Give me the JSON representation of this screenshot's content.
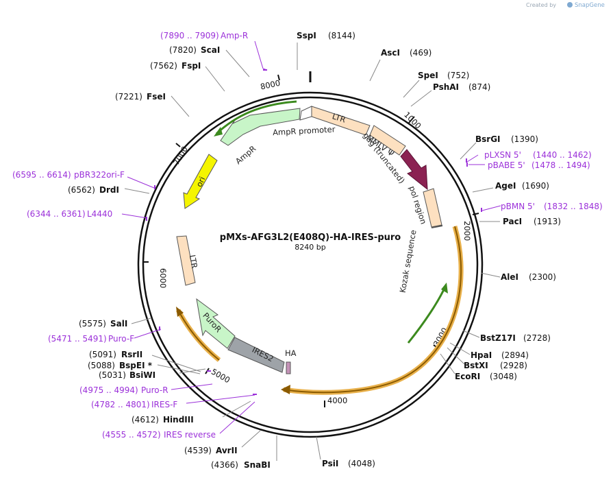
{
  "brand": {
    "created_by": "Created by",
    "app": "SnapGene"
  },
  "plasmid": {
    "name": "pMXs-AFG3L2(E408Q)-HA-IRES-puro",
    "size": "8240 bp"
  },
  "ticks": [
    "1000",
    "2000",
    "3000",
    "4000",
    "5000",
    "6000",
    "7000",
    "8000"
  ],
  "sites": [
    {
      "name": "SspI",
      "pos": "(8144)"
    },
    {
      "name": "AscI",
      "pos": "(469)"
    },
    {
      "name": "SpeI",
      "pos": "(752)"
    },
    {
      "name": "PshAI",
      "pos": "(874)"
    },
    {
      "name": "BsrGI",
      "pos": "(1390)"
    },
    {
      "name": "AgeI",
      "pos": "(1690)"
    },
    {
      "name": "PacI",
      "pos": "(1913)"
    },
    {
      "name": "AleI",
      "pos": "(2300)"
    },
    {
      "name": "BstZ17I",
      "pos": "(2728)"
    },
    {
      "name": "HpaI",
      "pos": "(2894)"
    },
    {
      "name": "BstXI",
      "pos": "(2928)"
    },
    {
      "name": "EcoRI",
      "pos": "(3048)"
    },
    {
      "name": "PsiI",
      "pos": "(4048)"
    },
    {
      "name": "SnaBI",
      "pos": "(4366)"
    },
    {
      "name": "AvrII",
      "pos": "(4539)"
    },
    {
      "name": "HindIII",
      "pos": "(4612)"
    },
    {
      "name": "BsiWI",
      "pos": "(5031)"
    },
    {
      "name": "BspEI *",
      "pos": "(5088)"
    },
    {
      "name": "RsrII",
      "pos": "(5091)"
    },
    {
      "name": "SalI",
      "pos": "(5575)"
    },
    {
      "name": "DrdI",
      "pos": "(6562)"
    },
    {
      "name": "FseI",
      "pos": "(7221)"
    },
    {
      "name": "FspI",
      "pos": "(7562)"
    },
    {
      "name": "ScaI",
      "pos": "(7820)"
    }
  ],
  "primers": [
    {
      "name": "Amp-R",
      "range": "(7890 .. 7909)"
    },
    {
      "name": "pLXSN 5'",
      "range": "(1440 .. 1462)"
    },
    {
      "name": "pBABE 5'",
      "range": "(1478 .. 1494)"
    },
    {
      "name": "pBMN 5'",
      "range": "(1832 .. 1848)"
    },
    {
      "name": "Puro-F",
      "range": "(5471 .. 5491)"
    },
    {
      "name": "Puro-R",
      "range": "(4975 .. 4994)"
    },
    {
      "name": "IRES-F",
      "range": "(4782 .. 4801)"
    },
    {
      "name": "IRES reverse",
      "range": "(4555 .. 4572)"
    },
    {
      "name": "pBR322ori-F",
      "range": "(6595 .. 6614)"
    },
    {
      "name": "L4440",
      "range": "(6344 .. 6361)"
    }
  ],
  "features": {
    "ltr_top": "LTR",
    "ampr_promoter": "AmpR promoter",
    "ampr": "AmpR",
    "mmlv_psi": "MMLV Ψ",
    "gag": "gag (truncated)",
    "pol_region": "pol region",
    "kozak": "Kozak sequence",
    "ori": "ori",
    "ltr_left": "LTR",
    "puror": "PuroR",
    "ires2": "IRES2",
    "ha": "HA"
  },
  "colors": {
    "ltr": "#fde0c0",
    "ampr": "#c8f5c8",
    "gag": "#8b2252",
    "ori": "#f5f500",
    "ires": "#9ea3a8",
    "orf_outline": "#e8b04a",
    "orf_line": "#8a5a00",
    "green_arrow": "#3c8a1e",
    "primer": "#9b30d9"
  }
}
